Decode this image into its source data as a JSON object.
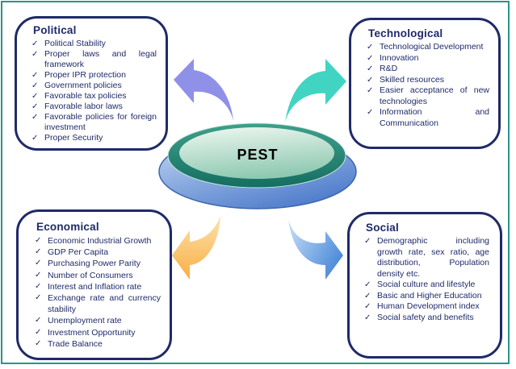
{
  "diagram": {
    "center_label": "PEST"
  },
  "icons": {
    "check": "✓"
  },
  "colors": {
    "outer_frame": "#2A9488",
    "box_border": "#1F2A69",
    "text": "#1F2A69",
    "center_rim_teal": "#2E9383",
    "center_highlight": "#EDF7F0",
    "center_base_blue": "#4E7CCB",
    "arrow_to_political": "#8F90E8",
    "arrow_to_technological": "#41D4C2",
    "arrow_to_economical_light": "#FDE3AC",
    "arrow_to_economical_dark": "#F8AE43",
    "arrow_to_social_light": "#C9E0F8",
    "arrow_to_social_dark": "#4C8BD9"
  },
  "boxes": {
    "political": {
      "title": "Political",
      "items": [
        "Political Stability",
        "Proper laws and legal framework",
        "Proper IPR protection",
        "Government policies",
        "Favorable tax policies",
        "Favorable labor laws",
        "Favorable policies for foreign investment",
        "Proper Security"
      ]
    },
    "technological": {
      "title": "Technological",
      "items": [
        "Technological Development",
        "Innovation",
        "R&D",
        "Skilled resources",
        "Easier acceptance of new technologies",
        "Information and Communication"
      ]
    },
    "economical": {
      "title": "Economical",
      "items": [
        "Economic Industrial Growth",
        "GDP Per Capita",
        "Purchasing Power Parity",
        "Number of Consumers",
        "Interest and Inflation rate",
        "Exchange rate and currency stability",
        "Unemployment rate",
        "Investment Opportunity",
        "Trade Balance"
      ]
    },
    "social": {
      "title": "Social",
      "items": [
        "Demographic including growth rate, sex ratio, age distribution, Population density etc.",
        "Social culture and lifestyle",
        "Basic and Higher Education",
        "Human Development index",
        "Social safety and benefits"
      ]
    }
  }
}
